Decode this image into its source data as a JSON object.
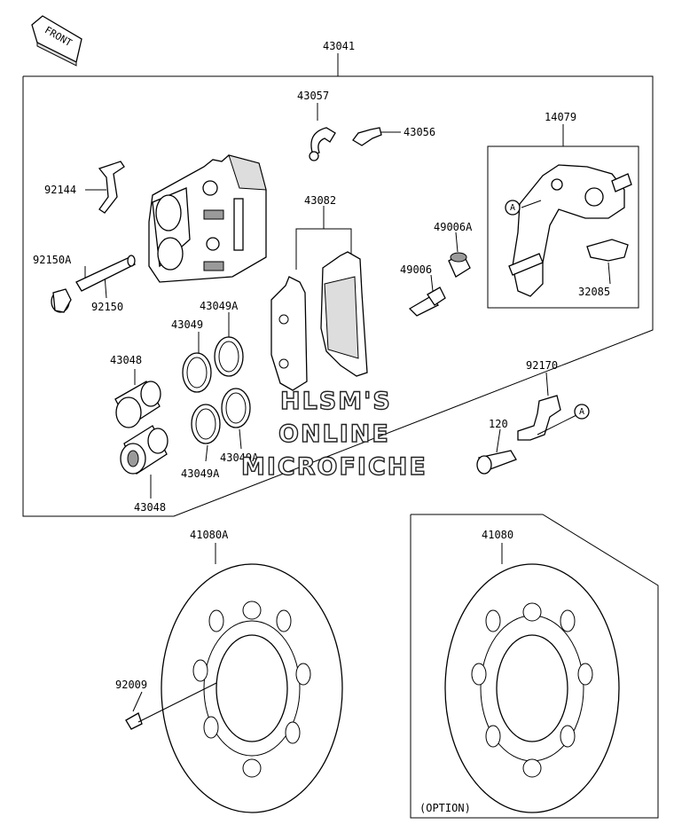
{
  "front_arrow": {
    "label": "FRONT"
  },
  "labels": {
    "p43041": "43041",
    "p43057": "43057",
    "p43056": "43056",
    "p14079": "14079",
    "p92144": "92144",
    "p43082": "43082",
    "p49006A": "49006A",
    "p92150A": "92150A",
    "p49006": "49006",
    "p32085": "32085",
    "p92150": "92150",
    "p43049": "43049",
    "p43049A_top": "43049A",
    "p43048_top": "43048",
    "p92170": "92170",
    "p120": "120",
    "p43049A_bl": "43049A",
    "p43049A_br": "43049A",
    "p43048_bottom": "43048",
    "p41080A": "41080A",
    "p41080": "41080",
    "p92009": "92009",
    "ref_a1": "A",
    "ref_a2": "A",
    "option": "(OPTION)"
  },
  "watermark": {
    "line1": "HLSM'S",
    "line2": "ONLINE",
    "line3": "MICROFICHE"
  }
}
